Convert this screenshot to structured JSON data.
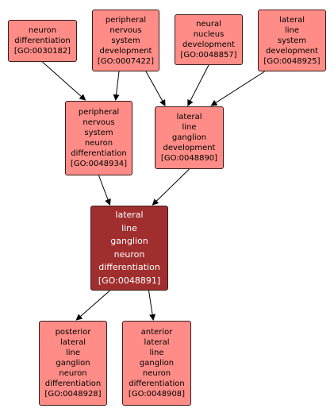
{
  "nodes": [
    {
      "id": "n1",
      "lines": [
        "neuron",
        "differentiation",
        "[GO:0030182]"
      ]
    },
    {
      "id": "n2",
      "lines": [
        "peripheral",
        "nervous",
        "system",
        "development",
        "[GO:0007422]"
      ]
    },
    {
      "id": "n3",
      "lines": [
        "neural",
        "nucleus",
        "development",
        "[GO:0048857]"
      ]
    },
    {
      "id": "n4",
      "lines": [
        "lateral",
        "line",
        "system",
        "development",
        "[GO:0048925]"
      ]
    },
    {
      "id": "n5",
      "lines": [
        "peripheral",
        "nervous",
        "system",
        "neuron",
        "differentiation",
        "[GO:0048934]"
      ]
    },
    {
      "id": "n6",
      "lines": [
        "lateral",
        "line",
        "ganglion",
        "development",
        "[GO:0048890]"
      ]
    },
    {
      "id": "n7",
      "lines": [
        "lateral",
        "line",
        "ganglion",
        "neuron",
        "differentiation",
        "[GO:0048891]"
      ]
    },
    {
      "id": "n8",
      "lines": [
        "posterior",
        "lateral",
        "line",
        "ganglion",
        "neuron",
        "differentiation",
        "[GO:0048928]"
      ]
    },
    {
      "id": "n9",
      "lines": [
        "anterior",
        "lateral",
        "line",
        "ganglion",
        "neuron",
        "differentiation",
        "[GO:0048908]"
      ]
    }
  ],
  "edges": [
    [
      "n1",
      "n5"
    ],
    [
      "n2",
      "n5"
    ],
    [
      "n2",
      "n6"
    ],
    [
      "n3",
      "n6"
    ],
    [
      "n4",
      "n6"
    ],
    [
      "n5",
      "n7"
    ],
    [
      "n6",
      "n7"
    ],
    [
      "n7",
      "n8"
    ],
    [
      "n7",
      "n9"
    ]
  ],
  "colors": {
    "node_fill": "#ff8c87",
    "focus_fill": "#a12e2e",
    "border": "#3a1a1a",
    "edge": "#000000"
  }
}
